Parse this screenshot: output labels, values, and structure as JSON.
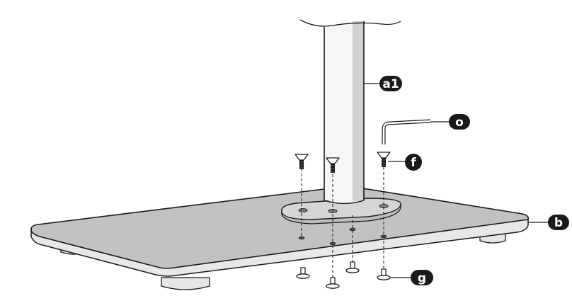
{
  "callouts": {
    "tube": "a1",
    "allen_key": "o",
    "screws": "f",
    "base_plate": "b",
    "feet": "g"
  },
  "colors": {
    "line": "#1a1a1a",
    "plate_top": "#c2c2c2",
    "plate_edge": "#e8e8e8",
    "tube_body": "#f6f6f6",
    "tube_shadow": "#d0d0d0",
    "flange": "#d6d6d6",
    "callout_fill": "#1a1a1a",
    "callout_text": "#ffffff"
  },
  "icons": {
    "screw": "countersunk-screw-icon",
    "foot": "glide-foot-icon",
    "tool": "allen-key-icon"
  }
}
